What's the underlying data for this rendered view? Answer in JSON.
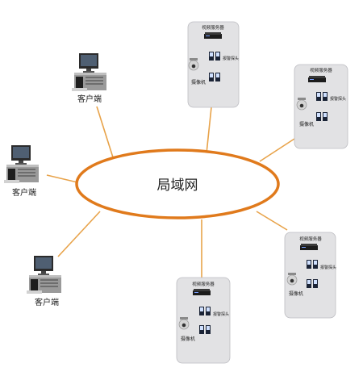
{
  "lan": {
    "label": "局域网"
  },
  "clients": [
    {
      "label": "客户端"
    },
    {
      "label": "客户端"
    },
    {
      "label": "客户端"
    }
  ],
  "servers": [
    {
      "title": "视频服务器",
      "camera_label": "摄像机",
      "alarm_label": "报警探头"
    },
    {
      "title": "视频服务器",
      "camera_label": "摄像机",
      "alarm_label": "报警探头"
    },
    {
      "title": "视频服务器",
      "camera_label": "摄像机",
      "alarm_label": "报警探头"
    },
    {
      "title": "视频服务器",
      "camera_label": "摄像机",
      "alarm_label": "报警探头"
    }
  ],
  "colors": {
    "link": "#e8a34a",
    "lan_ring": "#e07a1c",
    "panel": "#e2e2e4",
    "panel_border": "#bdbdc2"
  }
}
